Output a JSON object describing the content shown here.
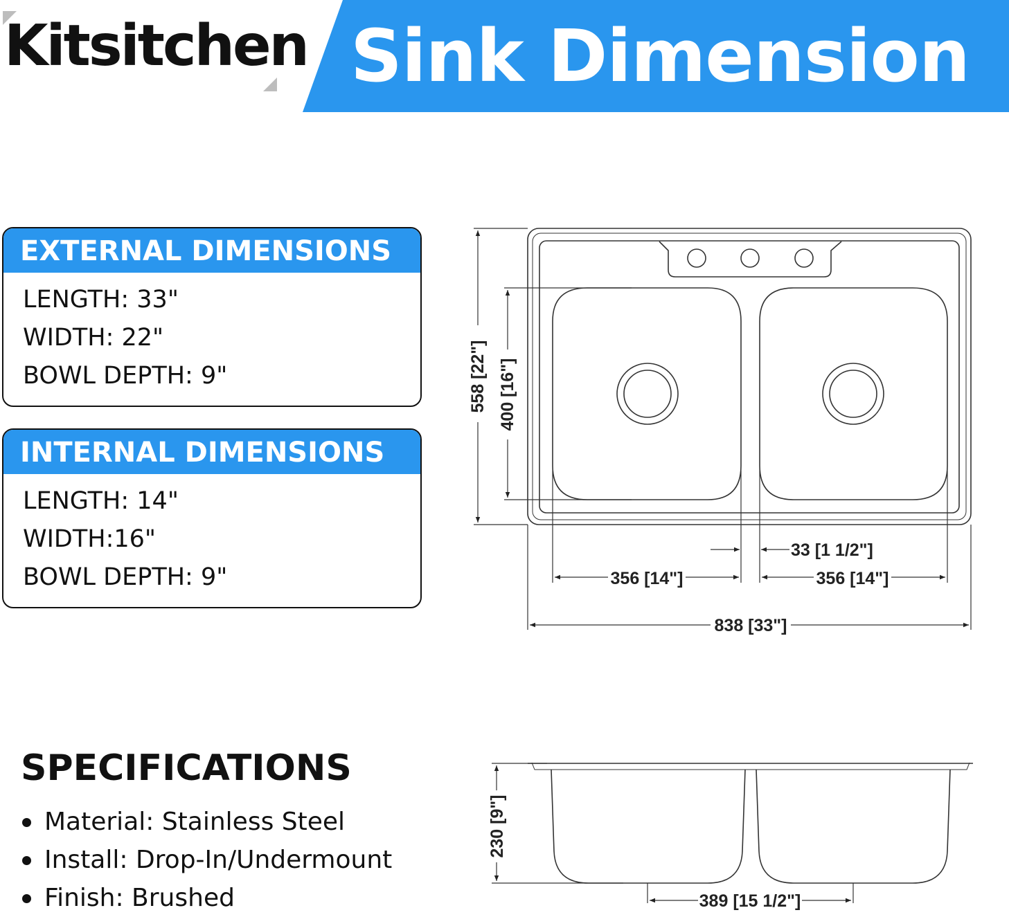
{
  "brand": {
    "name": "Kitsitchen"
  },
  "banner": {
    "title": "Sink Dimension"
  },
  "external": {
    "title": "EXTERNAL DIMENSIONS",
    "lines": [
      "LENGTH: 33\"",
      "WIDTH: 22\"",
      "BOWL DEPTH: 9\""
    ]
  },
  "internal": {
    "title": "INTERNAL DIMENSIONS",
    "lines": [
      "LENGTH: 14\"",
      "WIDTH:16\"",
      "BOWL DEPTH: 9\""
    ]
  },
  "specifications": {
    "title": "SPECIFICATIONS",
    "items": [
      "Material: Stainless Steel",
      "Install: Drop-In/Undermount",
      "Finish: Brushed"
    ]
  },
  "top_view": {
    "overall_width": "838 [33\"]",
    "overall_length": "558 [22\"]",
    "bowl_length": "400 [16\"]",
    "bowl_left_width": "356 [14\"]",
    "bowl_right_width": "356 [14\"]",
    "divider": "33 [1 1/2\"]"
  },
  "side_view": {
    "depth": "230 [9\"]",
    "bottom_width": "389 [15 1/2\"]"
  },
  "colors": {
    "accent": "#2a96ee",
    "text": "#111111",
    "line": "#333333"
  }
}
